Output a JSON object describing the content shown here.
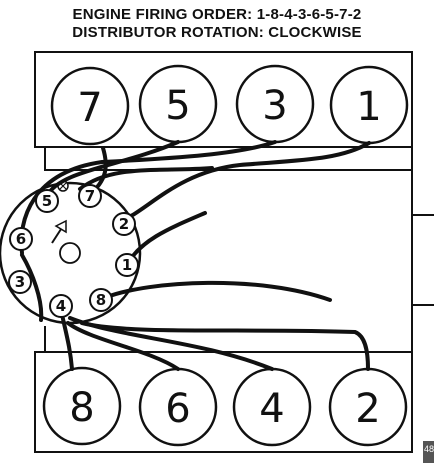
{
  "header": {
    "firing_order": "ENGINE FIRING ORDER: 1-8-4-3-6-5-7-2",
    "rotation": "DISTRIBUTOR ROTATION: CLOCKWISE"
  },
  "top_bank": [
    "7",
    "5",
    "3",
    "1"
  ],
  "bottom_bank": [
    "8",
    "6",
    "4",
    "2"
  ],
  "distributor_terminals": [
    "7",
    "2",
    "1",
    "8",
    "4",
    "3",
    "6",
    "5"
  ],
  "corner_mark": "48"
}
